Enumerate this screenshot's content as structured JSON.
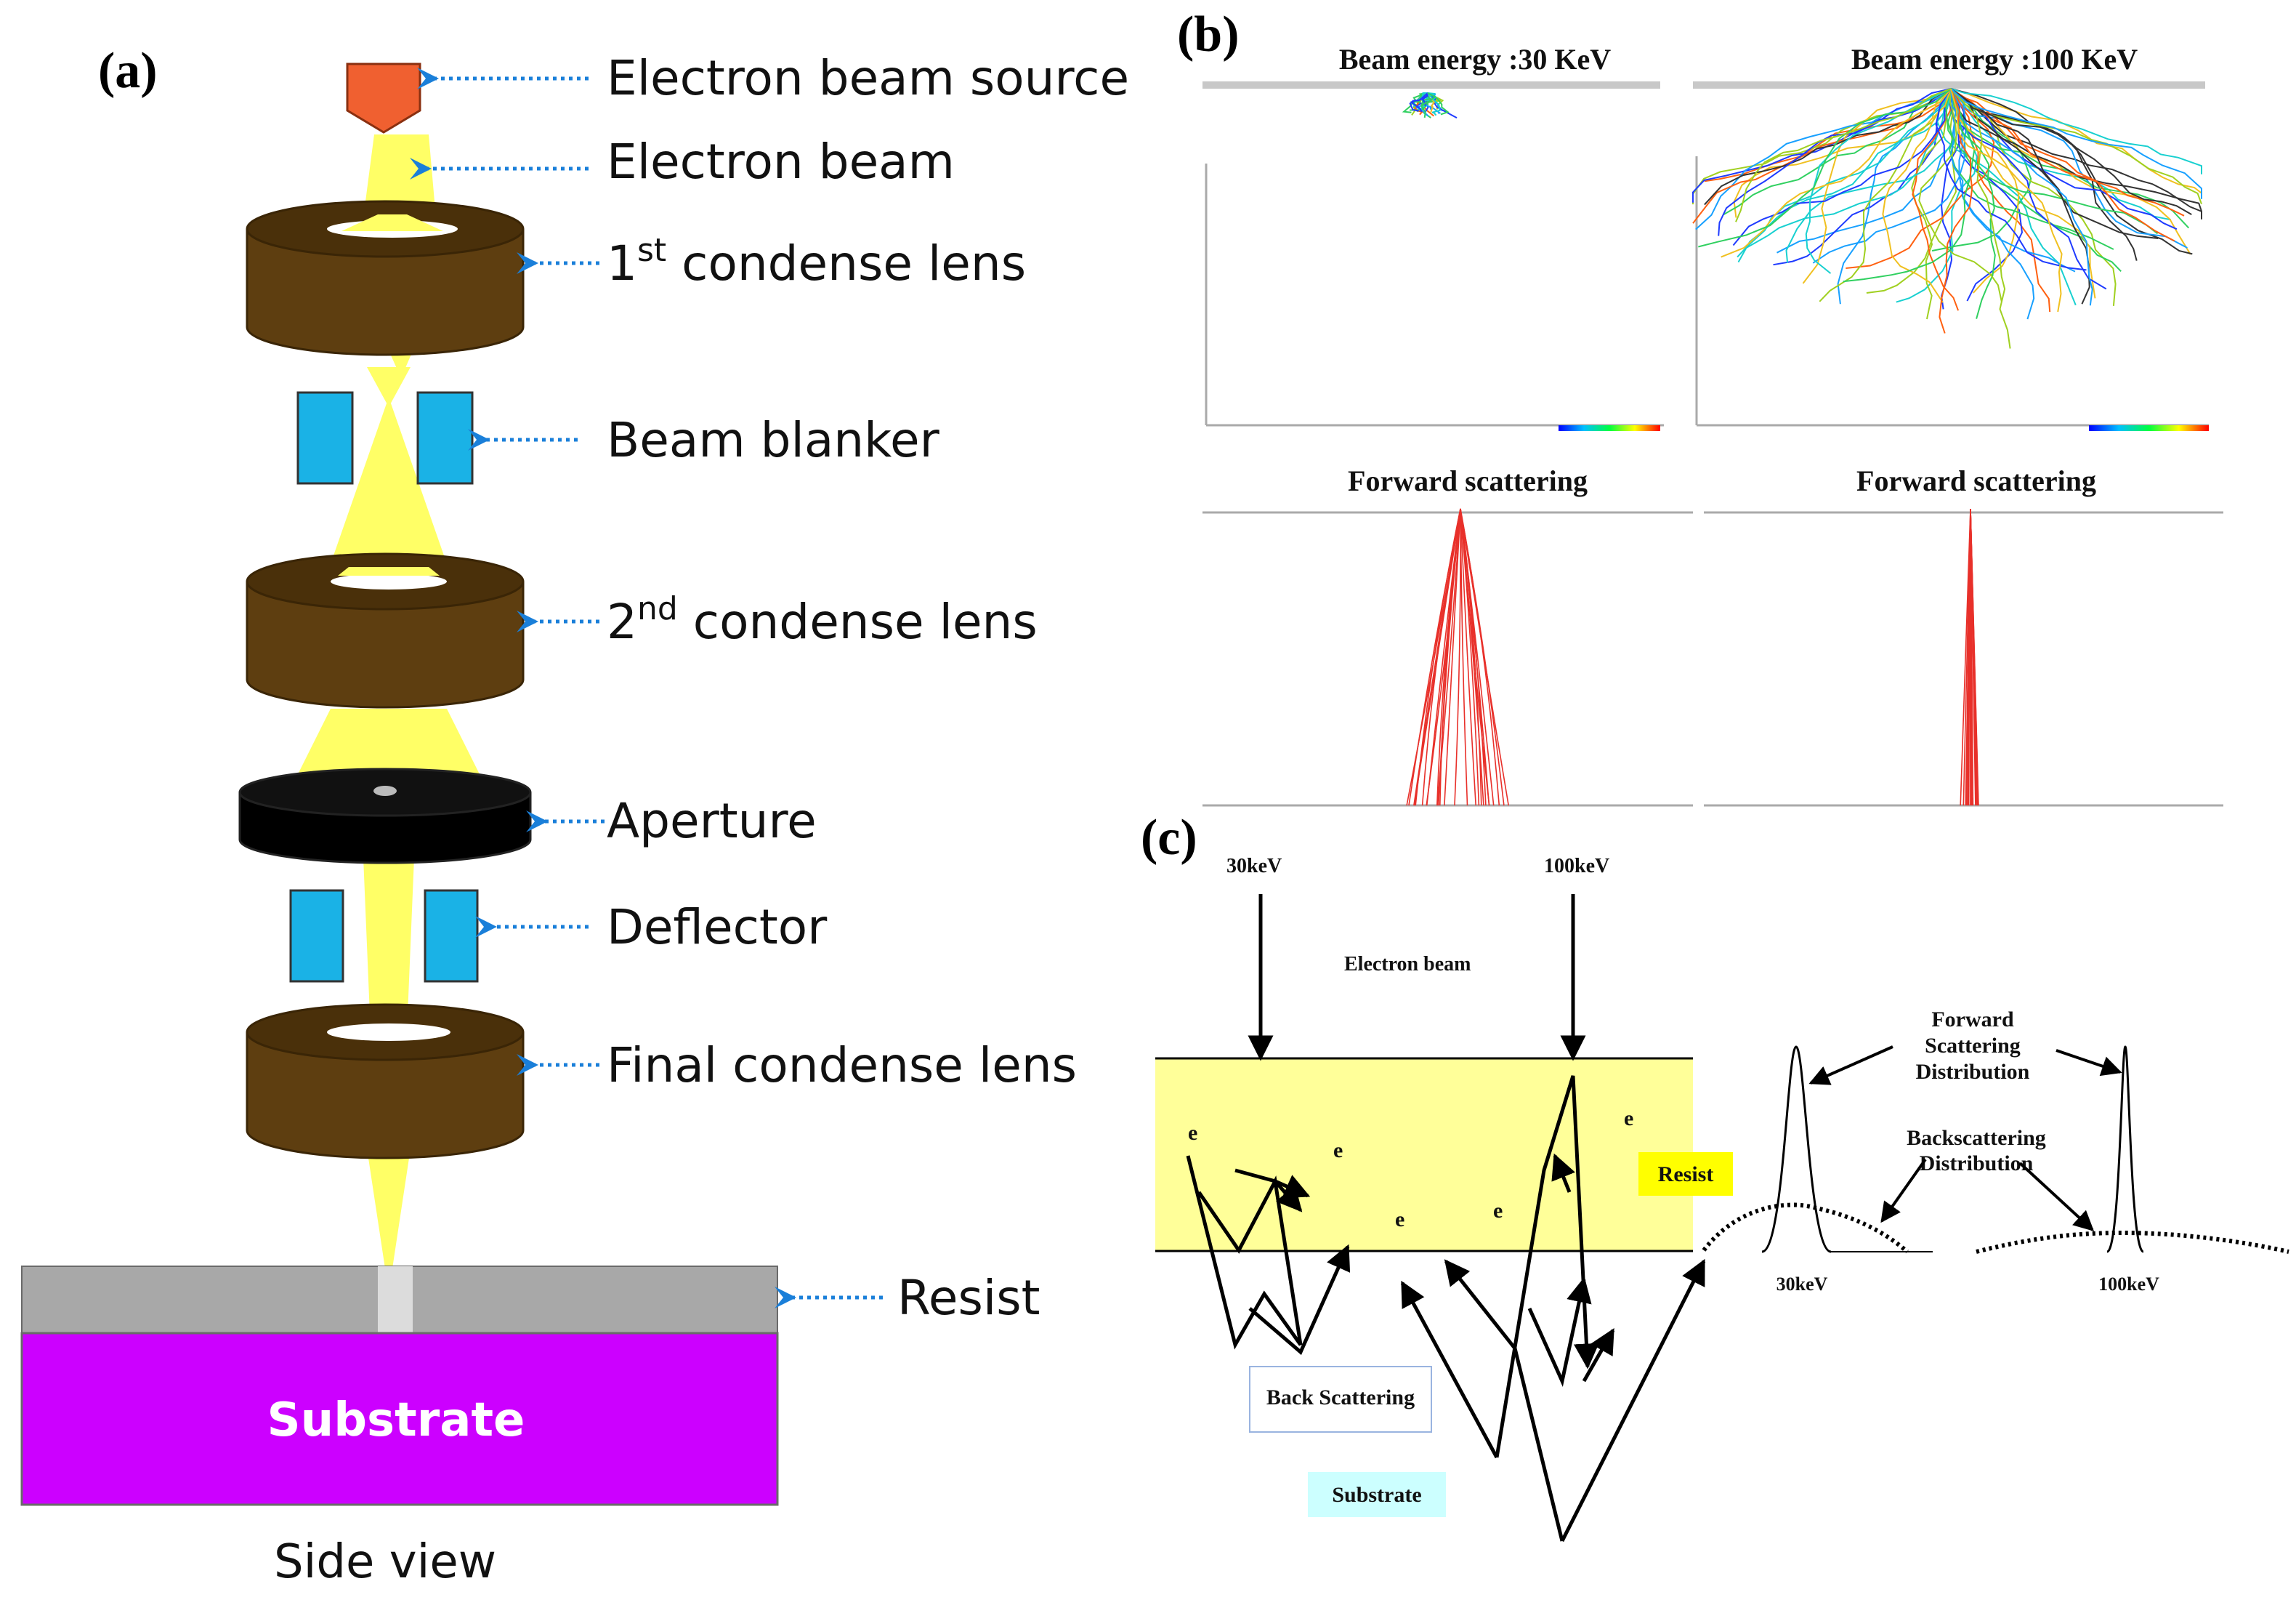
{
  "panel_a": {
    "panel_label": "(a)",
    "labels": {
      "source": "Electron beam source",
      "beam": "Electron beam",
      "lens1_num": "1",
      "lens1_sup": "st",
      "lens1_text": " condense lens",
      "blanker": "Beam blanker",
      "lens2_num": "2",
      "lens2_sup": "nd",
      "lens2_text": " condense lens",
      "aperture": "Aperture",
      "deflector": "Deflector",
      "final_lens": "Final condense lens",
      "resist": "Resist",
      "substrate": "Substrate",
      "caption": "Side view"
    }
  },
  "panel_b": {
    "panel_label": "(b)",
    "titles": {
      "sim30": "Beam energy :30 KeV",
      "sim100": "Beam energy :100 KeV",
      "fwd30": "Forward scattering",
      "fwd100": "Forward scattering"
    }
  },
  "panel_c": {
    "panel_label": "(c)",
    "labels": {
      "beam30": "30keV",
      "beam100": "100keV",
      "electron_beam": "Electron beam",
      "resist": "Resist",
      "back_scattering": "Back Scattering",
      "substrate": "Substrate",
      "electron": "e",
      "forward_1": "Forward",
      "forward_2": "Scattering",
      "forward_3": "Distribution",
      "back_1": "Backscattering",
      "back_2": "Distribution",
      "dist30": "30keV",
      "dist100": "100keV"
    }
  },
  "colors": {
    "beam": "#ffff66",
    "lens": "#5e3e10",
    "lens_top": "#4a300a",
    "blanker": "#1ab2e6",
    "source": "#f06030",
    "resist_gray": "#a8a8a8",
    "substrate_purple": "#cc00ff",
    "resist_yellow_c": "#ffff99",
    "arrow_blue": "#1a7fd9"
  }
}
